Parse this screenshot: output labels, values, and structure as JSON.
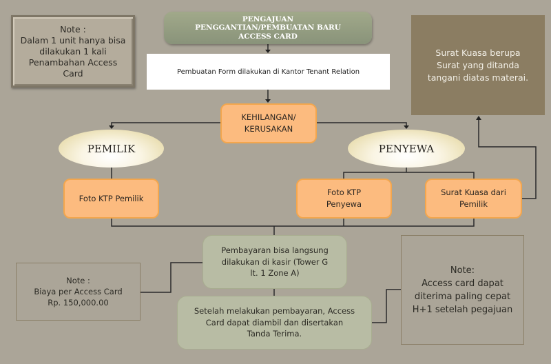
{
  "diagram": {
    "title": "PENGAJUAN\nPENGGANTIAN/PEMBUATAN BARU\nACCESS CARD",
    "form_step": "Pembuatan Form dilakukan di Kantor Tenant Relation",
    "branch_node": "KEHILANGAN/\nKERUSAKAN",
    "roles": {
      "owner": "PEMILIK",
      "tenant": "PENYEWA"
    },
    "requirements": {
      "owner_ktp": "Foto KTP Pemilik",
      "tenant_ktp": "Foto KTP\nPenyewa",
      "power_of_attorney": "Surat Kuasa dari\nPemilik"
    },
    "payment_step": "Pembayaran bisa langsung\ndilakukan di kasir (Tower G\nlt. 1 Zone A)",
    "pickup_step": "Setelah melakukan pembayaran, Access\nCard dapat diambil dan disertakan\nTanda Terima.",
    "notes": {
      "unit_limit": "Note :\nDalam 1 unit hanya bisa\ndilakukan 1 kali\nPenambahan Access\nCard",
      "power_of_attorney_info": "Surat Kuasa berupa\nSurat yang ditanda\ntangani diatas materai.",
      "cost": "Note :\nBiaya per Access Card\nRp. 150,000.00",
      "delivery_time": "Note:\nAccess card dapat\nditerima paling cepat\nH+1 setelah pegajuan"
    }
  },
  "colors": {
    "background": "#aba598",
    "title_green": "#939c80",
    "orange_box": "#fcbb7f",
    "green_box": "#b8bca4",
    "brown_box": "#8b7d62"
  }
}
